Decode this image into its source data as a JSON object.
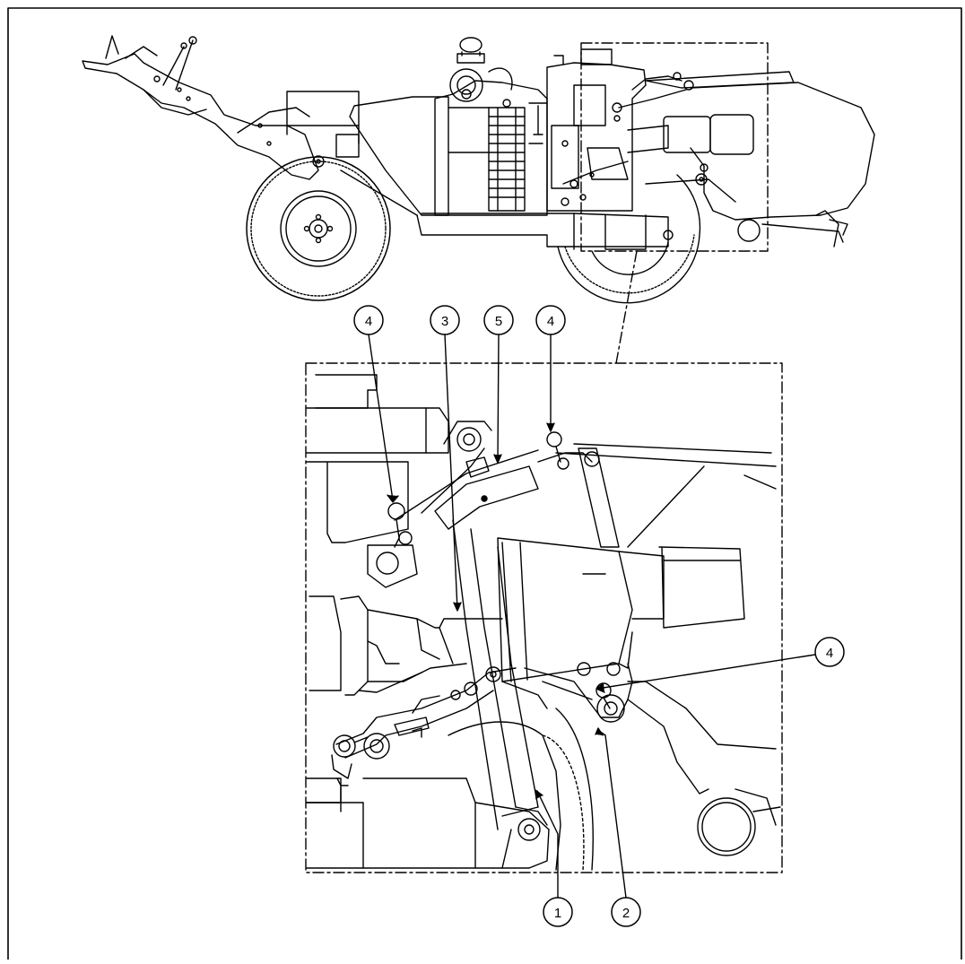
{
  "figure": {
    "callouts": [
      {
        "id": "callout-4-top-left",
        "label": "4"
      },
      {
        "id": "callout-3",
        "label": "3"
      },
      {
        "id": "callout-5",
        "label": "5"
      },
      {
        "id": "callout-4-top-right",
        "label": "4"
      },
      {
        "id": "callout-4-right",
        "label": "4"
      },
      {
        "id": "callout-1",
        "label": "1"
      },
      {
        "id": "callout-2",
        "label": "2"
      }
    ]
  },
  "colors": {
    "line": "#000000",
    "background": "#ffffff"
  }
}
